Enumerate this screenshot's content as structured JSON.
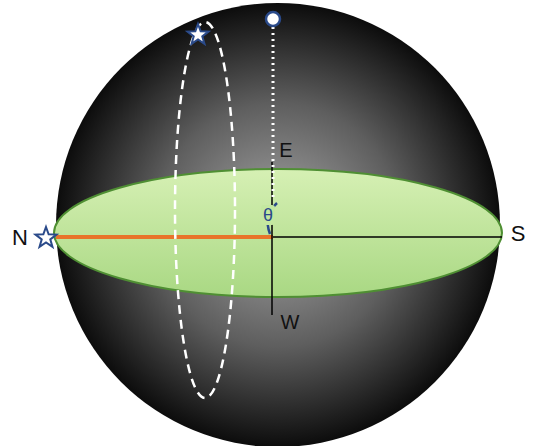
{
  "diagram": {
    "labels": [
      "N",
      "E",
      "θ",
      "S",
      "W"
    ]
  }
}
